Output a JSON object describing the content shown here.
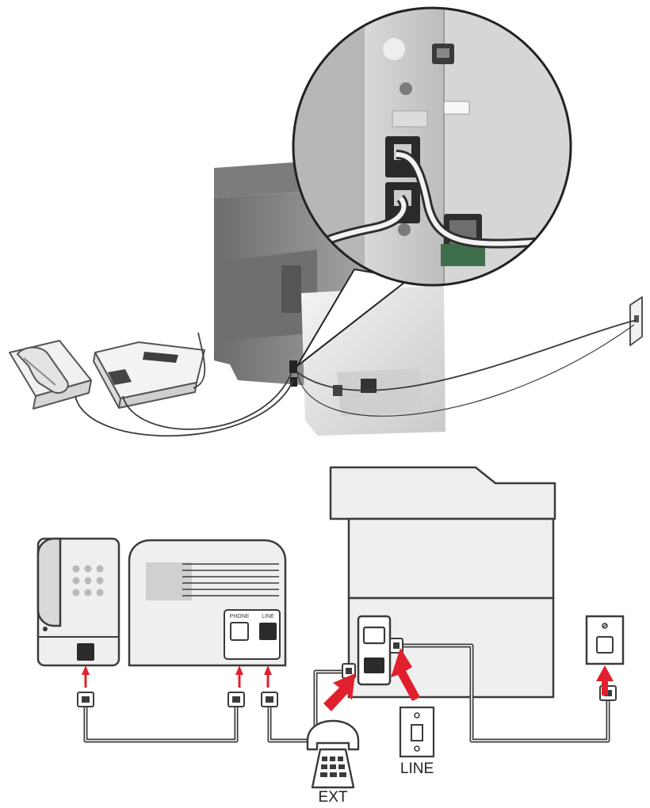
{
  "labels": {
    "answering_machine_phone_port": "PHONE",
    "answering_machine_line_port": "LINE",
    "wall_jack_caption": "LINE",
    "extension_phone_caption": "EXT"
  },
  "colors": {
    "arrow": "#e0202e",
    "device_fill": "#efefef",
    "device_stroke": "#3b3b3b",
    "cable": "#3b3b3b",
    "printer_body": "#9b9b9b",
    "printer_panel": "#d3d3d3"
  }
}
